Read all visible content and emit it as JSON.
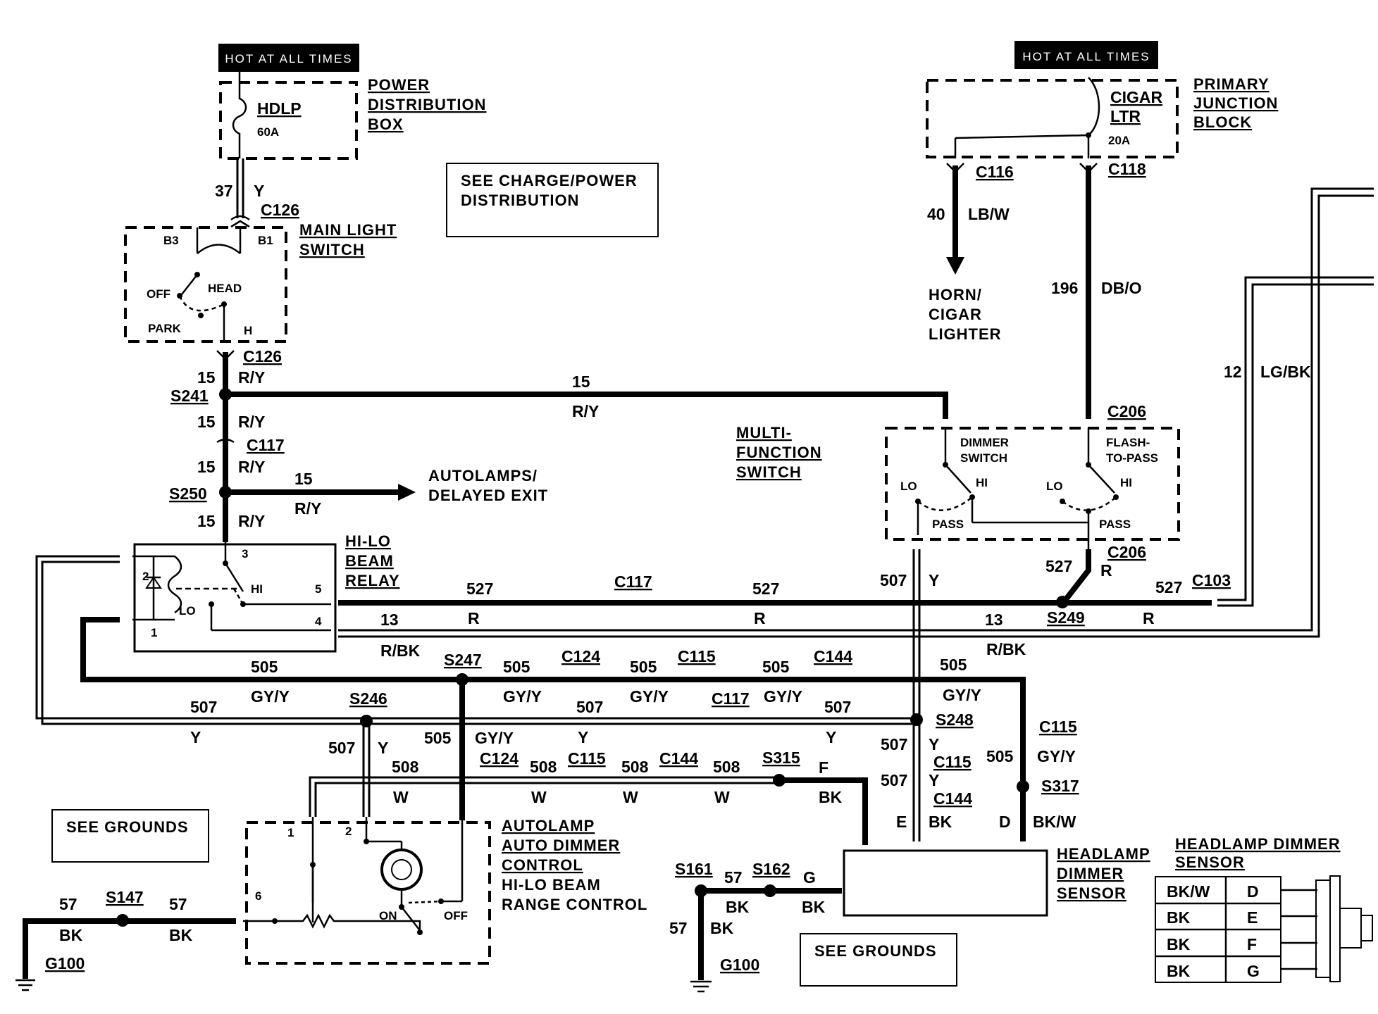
{
  "hot_labels": [
    "HOT AT ALL TIMES",
    "HOT AT ALL TIMES"
  ],
  "components": {
    "power_distribution_box": {
      "title": [
        "POWER",
        "DISTRIBUTION",
        "BOX"
      ],
      "fuse": "HDLP",
      "rating": "60A"
    },
    "primary_junction_block": {
      "title": [
        "PRIMARY",
        "JUNCTION",
        "BLOCK"
      ],
      "fuse": [
        "CIGAR",
        "LTR"
      ],
      "rating": "20A"
    },
    "main_light_switch": {
      "title": [
        "MAIN LIGHT",
        "SWITCH"
      ],
      "terminals": [
        "B3",
        "B1",
        "OFF",
        "HEAD",
        "PARK",
        "H"
      ]
    },
    "multi_function_switch": {
      "title": [
        "MULTI-",
        "FUNCTION",
        "SWITCH"
      ],
      "dimmer": [
        "DIMMER",
        "SWITCH"
      ],
      "flash": [
        "FLASH-",
        "TO-PASS"
      ],
      "positions": [
        "LO",
        "HI",
        "PASS"
      ]
    },
    "hi_lo_beam_relay": {
      "title": [
        "HI-LO",
        "BEAM",
        "RELAY"
      ],
      "pins": [
        "2",
        "1",
        "3",
        "5",
        "4"
      ],
      "contacts": [
        "HI",
        "LO"
      ]
    },
    "autolamp": {
      "title": [
        "AUTOLAMP",
        "AUTO DIMMER",
        "CONTROL"
      ],
      "subtitle": [
        "HI-LO BEAM",
        "RANGE CONTROL"
      ],
      "pins": [
        "1",
        "2",
        "6"
      ],
      "positions": [
        "ON",
        "OFF"
      ]
    },
    "headlamp_dimmer_sensor": {
      "title": [
        "HEADLAMP",
        "DIMMER",
        "SENSOR"
      ]
    },
    "connector_view": {
      "title": [
        "HEADLAMP DIMMER",
        "SENSOR"
      ],
      "rows": [
        [
          "BK/W",
          "D"
        ],
        [
          "BK",
          "E"
        ],
        [
          "BK",
          "F"
        ],
        [
          "BK",
          "G"
        ]
      ]
    }
  },
  "notes": {
    "charge": [
      "SEE CHARGE/POWER",
      "DISTRIBUTION"
    ],
    "grounds_left": "SEE GROUNDS",
    "grounds_right": "SEE GROUNDS",
    "autolamps": [
      "AUTOLAMPS/",
      "DELAYED EXIT"
    ],
    "horn": [
      "HORN/",
      "CIGAR",
      "LIGHTER"
    ]
  },
  "connectors": [
    "C126",
    "C126",
    "C117",
    "C116",
    "C118",
    "C206",
    "C206",
    "C117",
    "C103",
    "C124",
    "C115",
    "C144",
    "C117",
    "C124",
    "C115",
    "C144",
    "C115",
    "C144",
    "C115"
  ],
  "splices": [
    "S241",
    "S250",
    "S247",
    "S246",
    "S249",
    "S248",
    "S315",
    "S317",
    "S161",
    "S162",
    "S147"
  ],
  "grounds": [
    "G100",
    "G100"
  ],
  "wires": {
    "w37": [
      "37",
      "Y"
    ],
    "w40": [
      "40",
      "LB/W"
    ],
    "w196": [
      "196",
      "DB/O"
    ],
    "w12": [
      "12",
      "LG/BK"
    ],
    "w15": [
      "15",
      "R/Y"
    ],
    "w527": [
      "527",
      "R"
    ],
    "w13": [
      "13",
      "R/BK"
    ],
    "w505": [
      "505",
      "GY/Y"
    ],
    "w507": [
      "507",
      "Y"
    ],
    "w508": [
      "508",
      "W"
    ],
    "w57": [
      "57",
      "BK"
    ]
  },
  "sensor_pins": [
    "E",
    "D",
    "F",
    "G"
  ]
}
